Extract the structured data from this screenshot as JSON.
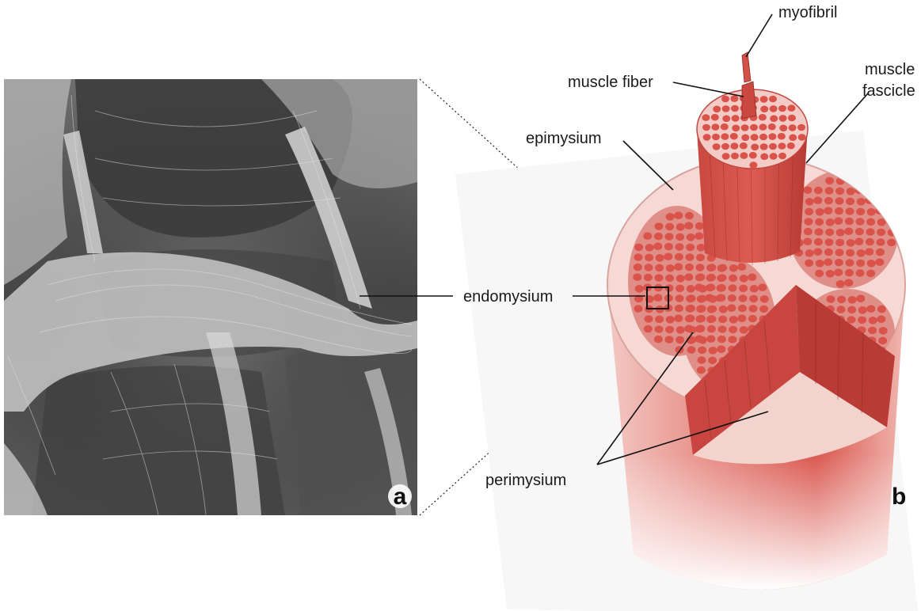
{
  "panels": {
    "a": "a",
    "b": "b"
  },
  "labels": {
    "myofibril": "myofibril",
    "muscle_fiber": "muscle fiber",
    "muscle_fascicle_line1": "muscle",
    "muscle_fascicle_line2": "fascicle",
    "epimysium": "epimysium",
    "endomysium": "endomysium",
    "perimysium": "perimysium"
  },
  "colors": {
    "muscle": "#d9534b",
    "muscle_dark": "#b83a33",
    "connective": "#f6d9d4",
    "sem_dark": "#3b3b3b",
    "sem_light": "#c9c9c9"
  }
}
